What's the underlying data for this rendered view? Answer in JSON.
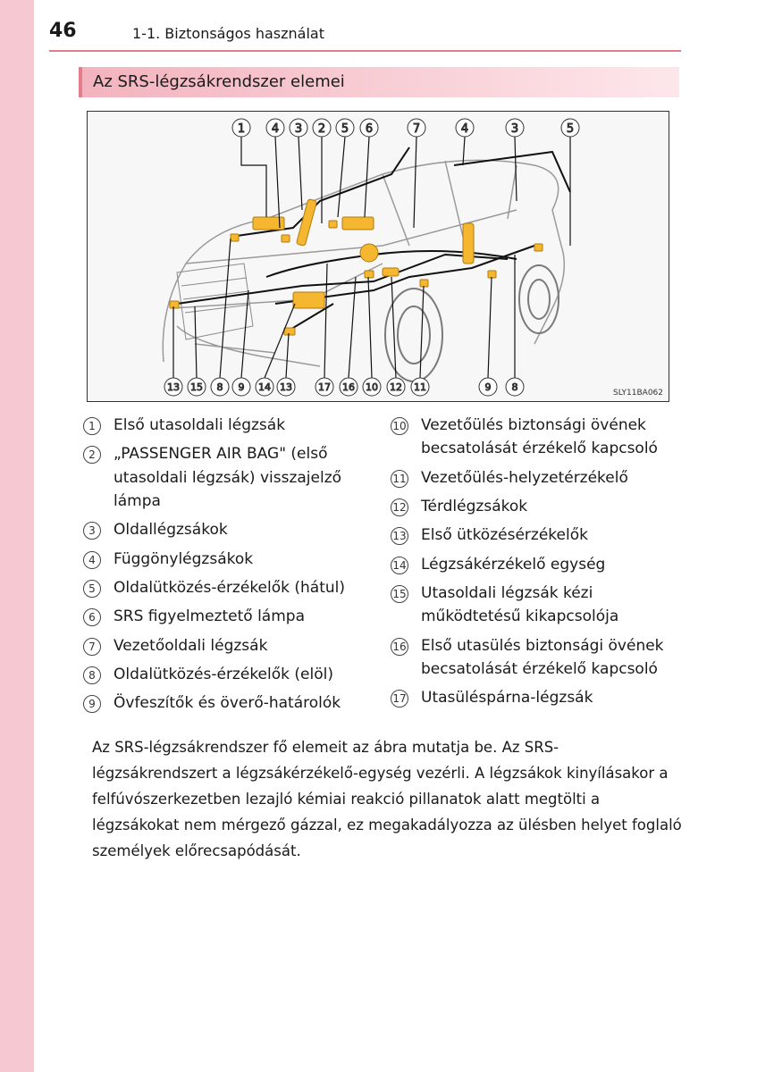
{
  "header": {
    "page_number": "46",
    "chapter": "1-1. Biztonságos használat"
  },
  "section": {
    "title": "Az SRS-légzsákrendszer elemei"
  },
  "figure": {
    "code": "SLY11BA062",
    "callouts_top": [
      "1",
      "4",
      "3",
      "2",
      "5",
      "6",
      "7",
      "4",
      "3",
      "5"
    ],
    "callouts_bottom": [
      "13",
      "15",
      "8",
      "9",
      "14",
      "13",
      "17",
      "16",
      "10",
      "12",
      "11",
      "9",
      "8"
    ]
  },
  "legend_left": [
    {
      "num": "1",
      "text": "Első utasoldali légzsák"
    },
    {
      "num": "2",
      "text": "„PASSENGER AIR BAG\" (első utasoldali légzsák) visszajelző lámpa"
    },
    {
      "num": "3",
      "text": "Oldallégzsákok"
    },
    {
      "num": "4",
      "text": "Függönylégzsákok"
    },
    {
      "num": "5",
      "text": "Oldalütközés-érzékelők (hátul)"
    },
    {
      "num": "6",
      "text": "SRS figyelmeztető lámpa"
    },
    {
      "num": "7",
      "text": "Vezetőoldali légzsák"
    },
    {
      "num": "8",
      "text": "Oldalütközés-érzékelők (elöl)"
    },
    {
      "num": "9",
      "text": "Övfeszítők és överő-határolók"
    }
  ],
  "legend_right": [
    {
      "num": "10",
      "text": "Vezetőülés biztonsági övének becsatolását érzékelő kapcsoló"
    },
    {
      "num": "11",
      "text": "Vezetőülés-helyzetérzékelő"
    },
    {
      "num": "12",
      "text": "Térdlégzsákok"
    },
    {
      "num": "13",
      "text": "Első ütközésérzékelők"
    },
    {
      "num": "14",
      "text": "Légzsákérzékelő egység"
    },
    {
      "num": "15",
      "text": "Utasoldali légzsák kézi működtetésű kikapcsolója"
    },
    {
      "num": "16",
      "text": "Első utasülés biztonsági övének becsatolását érzékelő kapcsoló"
    },
    {
      "num": "17",
      "text": "Utasüléspárna-légzsák"
    }
  ],
  "paragraph": "Az SRS-légzsákrendszer fő elemeit az ábra mutatja be. Az SRS-légzsákrendszert a légzsákérzékelő-egység vezérli. A légzsákok kinyílásakor a felfúvószerkezetben lezajló kémiai reakció pillanatok alatt megtölti a légzsákokat nem mérgező gázzal, ez megakadályozza az ülésben helyet foglaló személyek előrecsapódását."
}
